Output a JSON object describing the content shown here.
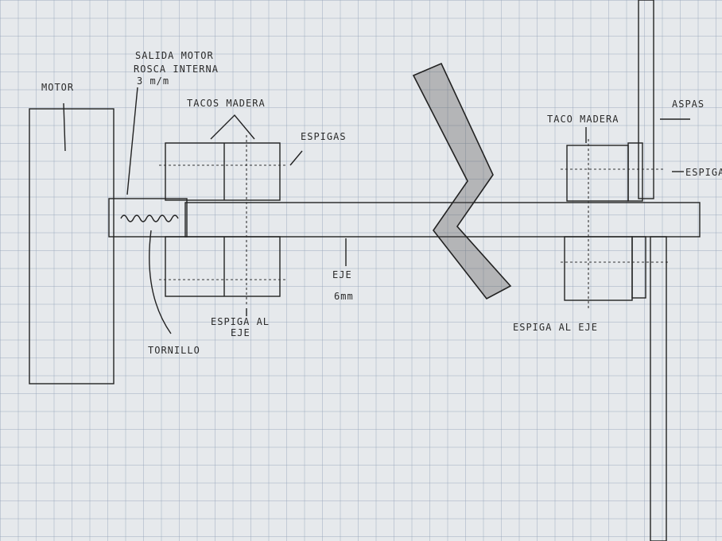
{
  "labels": {
    "motor": "MOTOR",
    "salida_line1": "SALIDA MOTOR",
    "salida_line2": "ROSCA INTERNA",
    "salida_line3": "3 m/m",
    "tacos_madera": "TACOS MADERA",
    "espigas": "ESPIGAS",
    "eje": "EJE",
    "eje_size": "6mm",
    "espiga_al_eje_left_1": "ESPIGA AL",
    "espiga_al_eje_left_2": "EJE",
    "tornillo": "TORNILLO",
    "taco_madera": "TACO MADERA",
    "aspas": "ASPAS",
    "espiga": "ESPIGA",
    "espiga_al_eje_right": "ESPIGA AL EJE"
  },
  "colors": {
    "paper": "#e6e9ec",
    "ink": "#222222",
    "grid": "#96a5b9"
  }
}
